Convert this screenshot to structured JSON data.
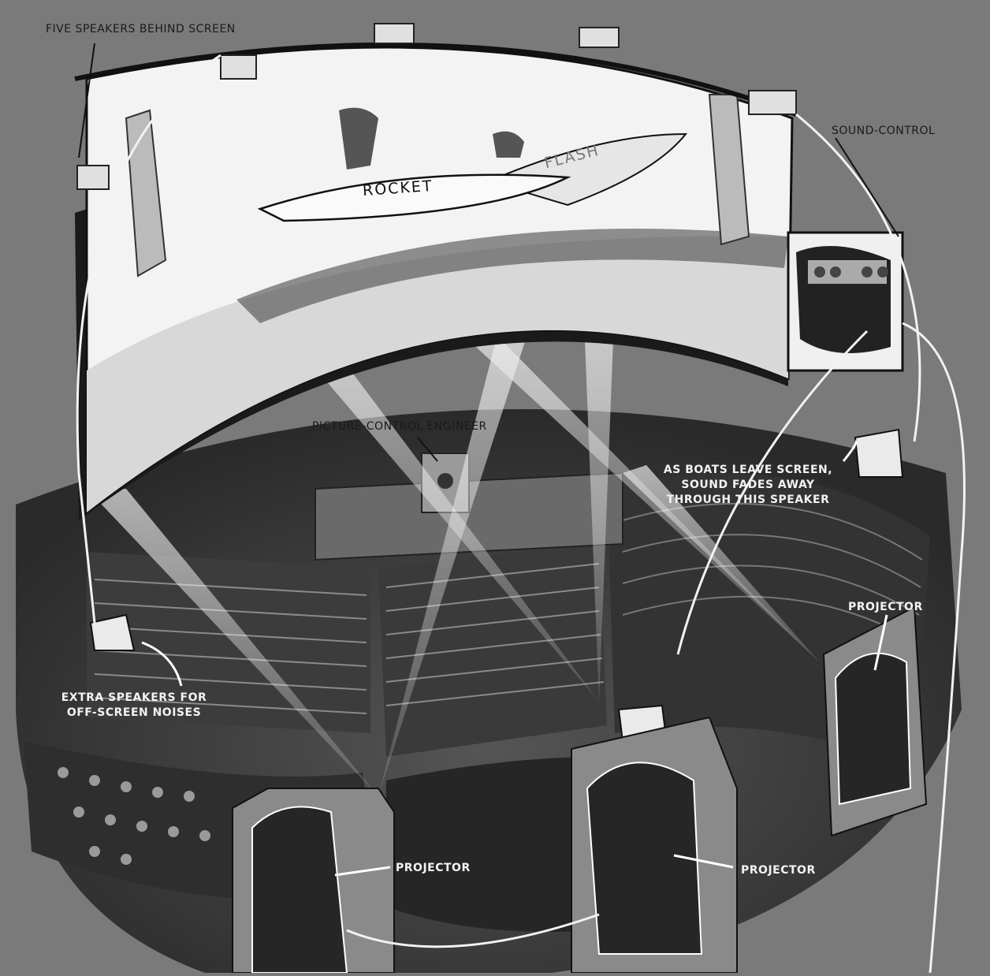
{
  "figure": {
    "type": "cutaway illustration",
    "subject": "Wide curved-screen theater with multiple projectors and surround speakers",
    "screen_scene": {
      "boats": [
        {
          "name": "ROCKET"
        },
        {
          "name": "FLASH"
        }
      ]
    }
  },
  "labels": {
    "five_speakers": "FIVE SPEAKERS BEHIND SCREEN",
    "sound_control": "SOUND-CONTROL",
    "picture_control": "PICTURE-CONTROL ENGINEER",
    "boats_leave": [
      "AS BOATS LEAVE SCREEN,",
      "SOUND FADES AWAY",
      "THROUGH THIS SPEAKER"
    ],
    "extra_speakers": [
      "EXTRA SPEAKERS FOR",
      "OFF-SCREEN NOISES"
    ],
    "projector_left": "PROJECTOR",
    "projector_center": "PROJECTOR",
    "projector_right": "PROJECTOR"
  },
  "colors": {
    "background": "#7a7a7a",
    "screen": "#f4f4f4",
    "dark": "#1e1e1e",
    "mid": "#4a4a4a",
    "beam": "#e8e8e8"
  }
}
